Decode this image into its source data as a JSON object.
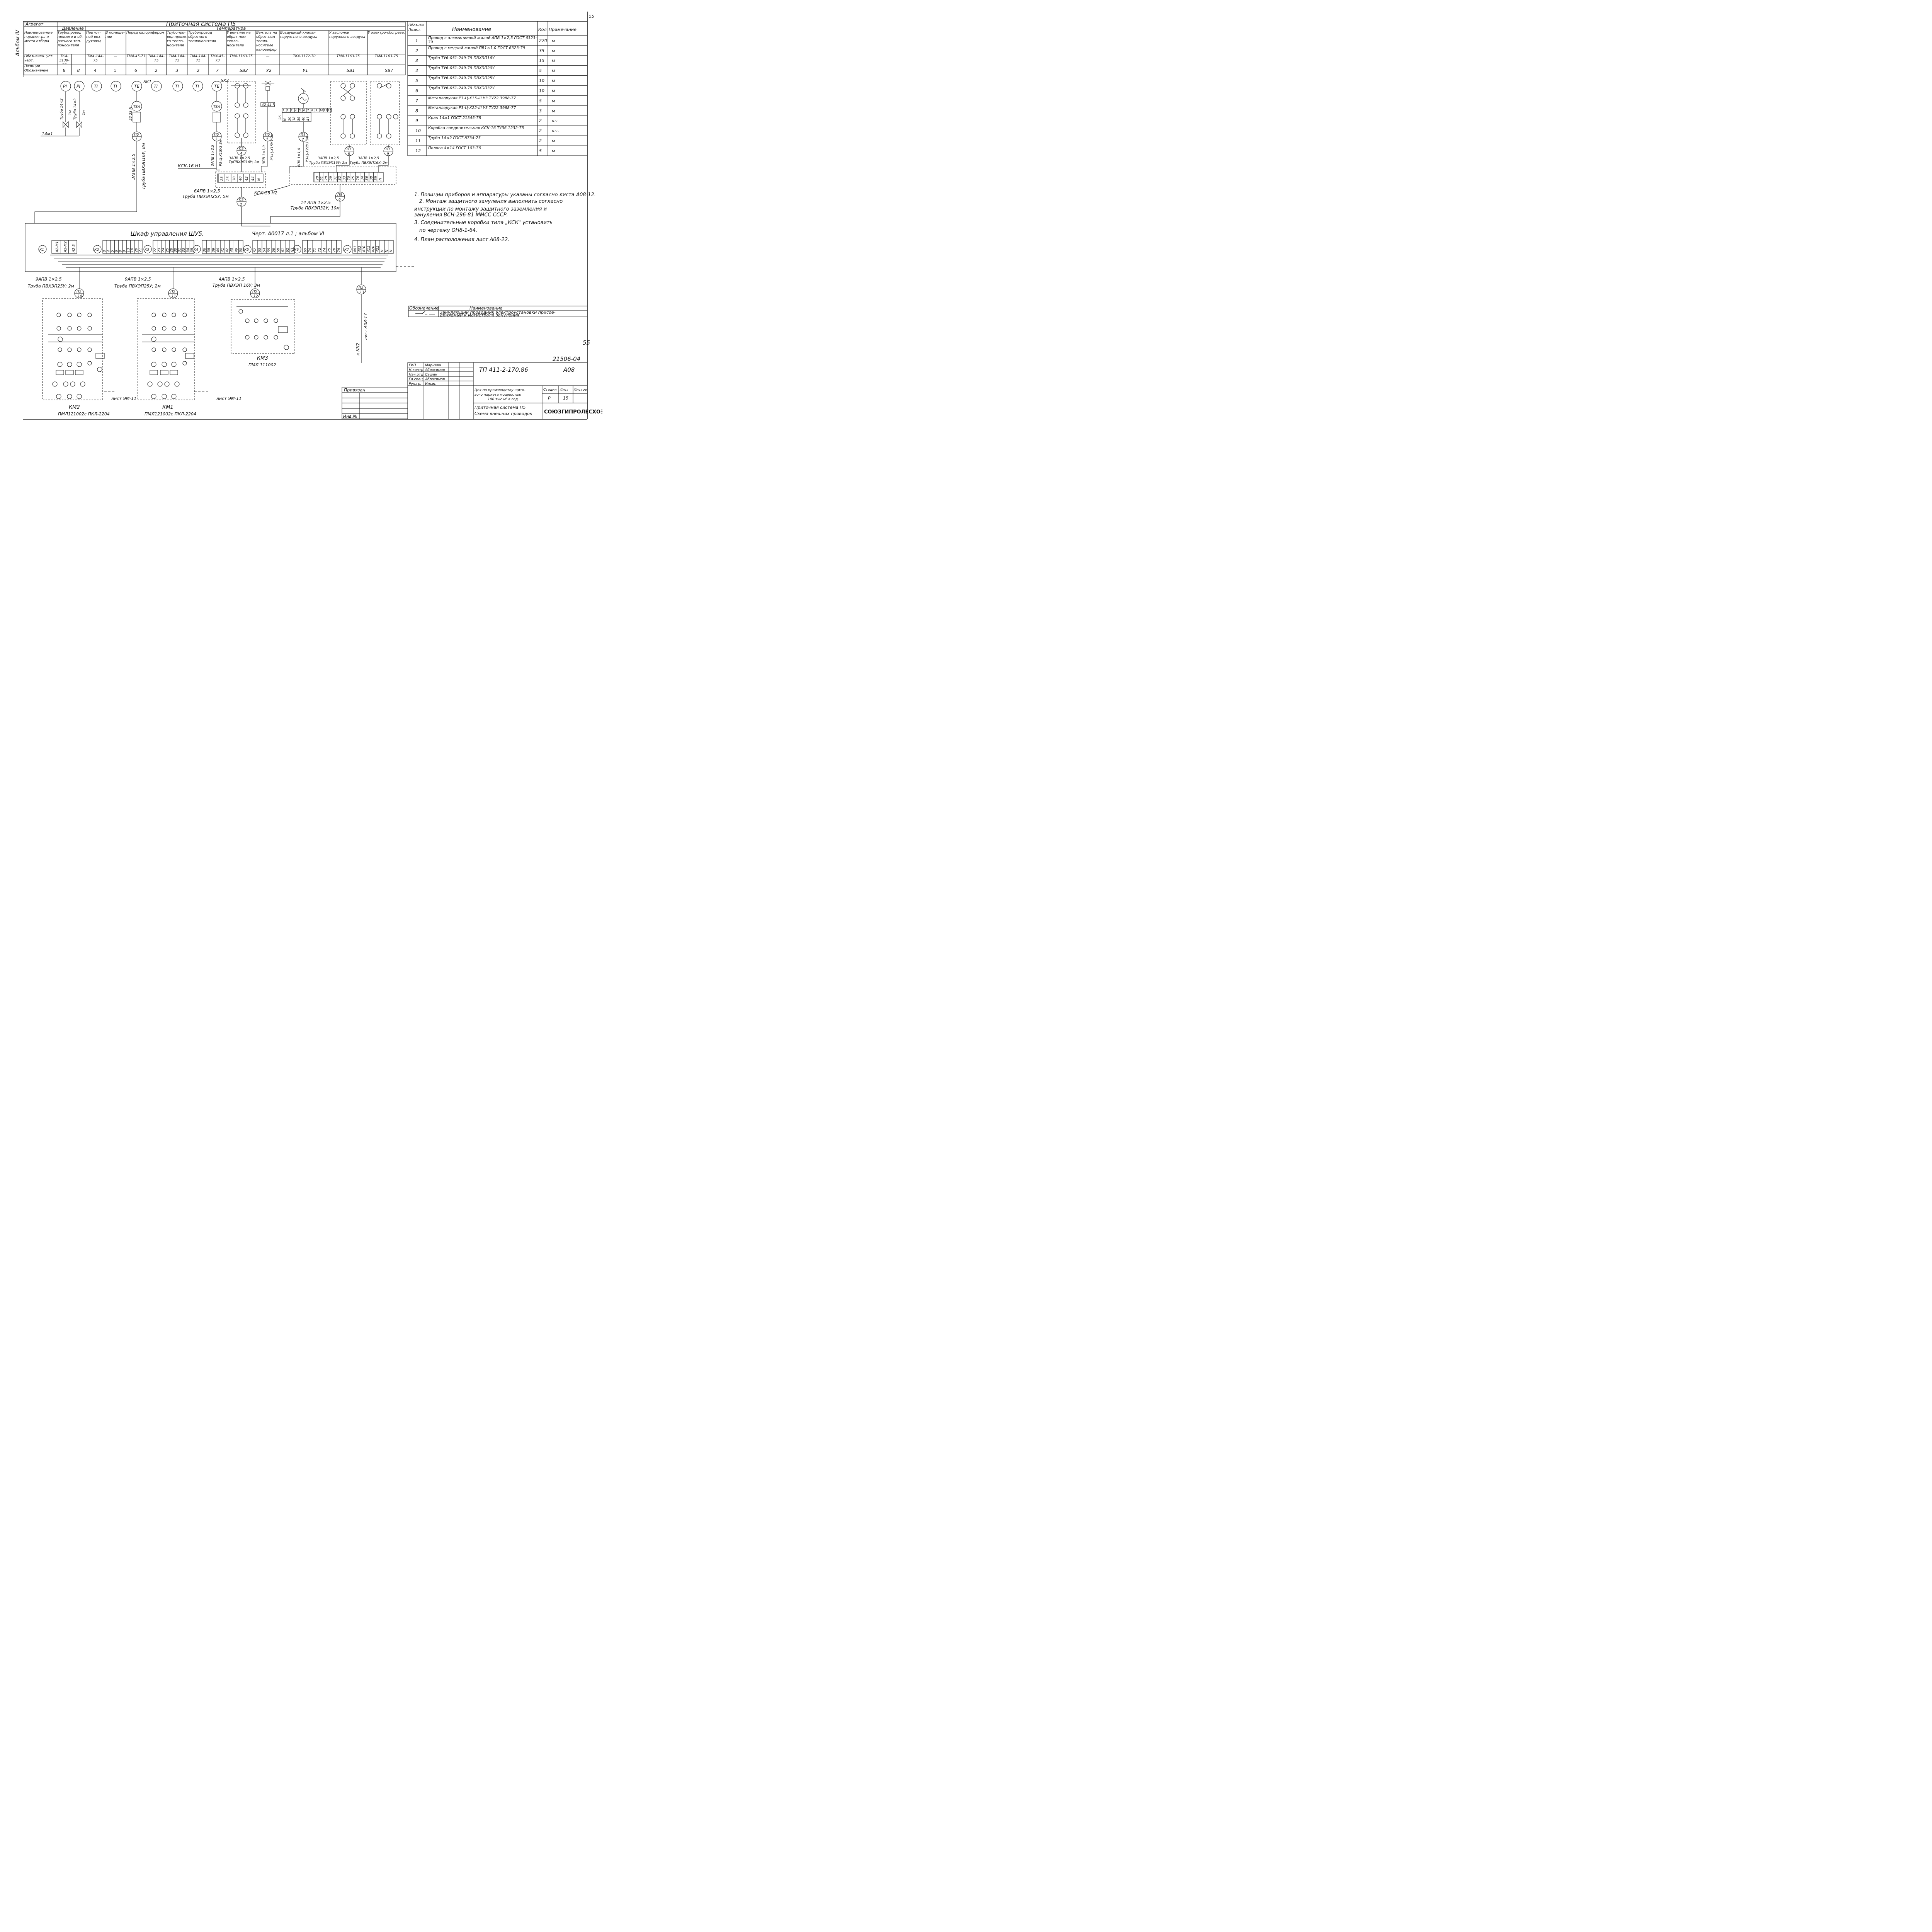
{
  "sheet": {
    "page_no": "55",
    "page_no_bottom": "55",
    "album": "Альбом IV"
  },
  "aggregate_table": {
    "hdr_aggregate": "Агрегат",
    "hdr_system": "Приточная система П5",
    "hdr_name": "Наименова-ние парамет-ра и место отбора",
    "hdr_pressure": "Давление",
    "hdr_temperature": "Температура",
    "hdr_designation": "Обозначен. уст. черт.",
    "hdr_position": "Позиция Обозначение",
    "columns": [
      {
        "name": "Трубопровод прямого и об-ратного теп-лоносителя",
        "design": "ТК4-3139-70",
        "pos": "8"
      },
      {
        "name": "",
        "design": "",
        "pos": "8"
      },
      {
        "name": "Приточ-ной воз-духовод",
        "design": "ТМ4-144-75",
        "pos": "4"
      },
      {
        "name": "В помеще-нии",
        "design": "—",
        "pos": "5"
      },
      {
        "name": "Перед калорифером",
        "design": "ТМ4-45-73",
        "pos": "6"
      },
      {
        "name": "",
        "design": "ТМ4-144-75",
        "pos": "2"
      },
      {
        "name": "Трубопро-вод прямо-го тепло-носителя",
        "design": "ТМ4-144-75",
        "pos": "3"
      },
      {
        "name": "Трубопровод обратного теплоносителя",
        "design": "ТМ4-144-75",
        "pos": "2"
      },
      {
        "name": "",
        "design": "ТМ4-45-73",
        "pos": "7"
      },
      {
        "name": "У вентиля на обрат-ном тепло-носителе",
        "design": "ТМ4-1163-75",
        "pos": "SB2"
      },
      {
        "name": "Вентиль на обрат-ном тепло-носителе калорифер",
        "design": "—",
        "pos": "У2"
      },
      {
        "name": "Воздушный клапан наруж-ного воздуха",
        "design": "ТК4-3172-70",
        "pos": "У1"
      },
      {
        "name": "У заслонки наружного воздуха",
        "design": "ТМ4-1163-75",
        "pos": "SB1"
      },
      {
        "name": "У электро-обогрева.",
        "design": "ТМ4-1163-75",
        "pos": "SB7"
      }
    ]
  },
  "spec_table": {
    "hdr_pos": "Обознач Позиц.",
    "hdr_name": "Наименование",
    "hdr_qty": "Кол.",
    "hdr_note": "Примечание",
    "rows": [
      {
        "n": "1",
        "name": "Провод с алюминиевой жилой АПВ 1×2,5 ГОСТ 6323-79",
        "qty": "270",
        "unit": "м"
      },
      {
        "n": "2",
        "name": "Провод с медной жилой ПВ1×1,0 ГОСТ 6323-79",
        "qty": "35",
        "unit": "м"
      },
      {
        "n": "3",
        "name": "Труба ТУ6-051-249-79 ПВХЭП16У",
        "qty": "15",
        "unit": "м"
      },
      {
        "n": "4",
        "name": "Труба ТУ6-051-249-79 ПВХЭП20У",
        "qty": "5",
        "unit": "м"
      },
      {
        "n": "5",
        "name": "Труба ТУ6-051-249-79 ПВХЭП25У",
        "qty": "10",
        "unit": "м"
      },
      {
        "n": "6",
        "name": "Труба ТУ6-051-249-79 ПВХЭП32У",
        "qty": "10",
        "unit": "м"
      },
      {
        "n": "7",
        "name": "Металлорукав Р3-Ц-Х15-III У3 ТУ22.3988-77",
        "qty": "5",
        "unit": "м"
      },
      {
        "n": "8",
        "name": "Металлорукав Р3-Ц-Х22-III У3 ТУ22.3988-77",
        "qty": "3",
        "unit": "м"
      },
      {
        "n": "9",
        "name": "Кран 14м1 ГОСТ 21345-78",
        "qty": "2",
        "unit": "шт"
      },
      {
        "n": "10",
        "name": "Коробка соединительная КСК-16 ТУ36.1232-75",
        "qty": "2",
        "unit": "шт."
      },
      {
        "n": "11",
        "name": "Труба 14×2 ГОСТ 8734-75",
        "qty": "2",
        "unit": "м"
      },
      {
        "n": "12",
        "name": "Полоса 4×14 ГОСТ 103-76",
        "qty": "5",
        "unit": "м"
      }
    ]
  },
  "notes": [
    "1. Позиции приборов и аппаратуры указаны согласно листа А08-12.",
    "2. Монтаж защитного зануления выполнить согласно",
    "инструкции по монтажу защитного заземления и",
    "зануления ВСН-296-81 ММСС СССР.",
    "3. Соединительные коробки типа „КСК\" установить",
    "по чертежу ОН8-1-64.",
    "4. План расположения лист А08-22."
  ],
  "legend": {
    "hdr_designation": "Обозначение",
    "hdr_name": "Наименование",
    "line1": "Зануляющий проводник электроустановки присое-",
    "line2": "диняемый к магистрали зануления"
  },
  "instruments": [
    "PI",
    "PI",
    "TI",
    "TI",
    "TE",
    "TI",
    "TI",
    "TI",
    "TE"
  ],
  "labels": {
    "sk1": "SK1",
    "sk2": "SK2",
    "tsa": "TSA",
    "pipe1": "Труба 14×2",
    "pipe1_len": "1м",
    "pipe2": "Труба 14×2",
    "pipe2_len": "1м",
    "valve": "14м1",
    "p5_1": "П5 1",
    "p5_2": "П5 2",
    "p5_3": "П5 3",
    "p5_4": "П5 4",
    "p5_5": "П5 5",
    "p5_6": "П5 6",
    "p5_7": "П5 7",
    "p5_8": "П5 8",
    "p5_9": "П5 9",
    "p5_10": "П5 10",
    "p5_11": "П5 11",
    "p5_12": "П5 12",
    "p5_13": "П5 13",
    "w1a": "3АПВ 1×2,5",
    "w1b": "Труба ПВХЭП16У; 8м",
    "w3a": "3АПВ 1×2,5",
    "w3b": "Р3-Ц-Х15У3 3м",
    "w5a": "3ПВ 1×1,0",
    "w5b": "Р3-Ц-Х15У3 2м",
    "w7a": "6ПВ 1×1,0",
    "w7b": "Р3-Ц-Х22У3 3м",
    "w4a": "3АПВ 1×2,5",
    "w4b": "ТрПВХЭП16У; 2м",
    "w8a": "3АПВ 1×2,5",
    "w8b": "Труба ПВХЭП16У; 2м",
    "w9a": "3АПВ 1×2,5",
    "w9b": "Труба ПВХЭП16У; 2м",
    "w2a": "6АПВ 1×2,5",
    "w2b": "Труба ПВХЭП25У; 5м",
    "w6a": "14 АПВ 1×2,5",
    "w6b": "Труба ПВХЭП32У; 10м",
    "w10a": "9АПВ 1×2,5",
    "w10b": "Труба ПВХЭП25У; 2м",
    "w11a": "9АПВ 1×2,5",
    "w11b": "Труба ПВХЭП25У; 2м",
    "w12a": "4АПВ 1×2,5",
    "w12b": "Труба ПВХЭП 16У; 3м",
    "ksk1": "КСК-16 Н1",
    "ksk2": "КСК-16 Н2",
    "cabinet": "Шкаф управления ШУ5.",
    "cabinet_ref": "Черт. А0017 л.1 ; альбом VI",
    "k1": "К1",
    "k2": "К2",
    "k3": "К3",
    "k4": "К4",
    "k5": "К5",
    "k6": "К6",
    "k7": "К7",
    "km2": "КМ2",
    "km2_type": "ПМЛ121002с ПКЛ-2204",
    "km1": "КМ1",
    "km1_type": "ПМЛ121002с ПКЛ-2204",
    "km3": "КМ3",
    "km3_type": "ПМЛ 111002",
    "list_em_1": "лист ЭМ-11",
    "list_em_2": "лист ЭМ-11",
    "kk2": "к КК2",
    "kk2_ref": "лист А08-17"
  },
  "terminals": {
    "k1": [
      "А2-М1",
      "А2-М2",
      "А2-3"
    ],
    "k2": [
      "3",
      "4",
      "5",
      "6",
      "8",
      "9",
      "13",
      "16",
      "20",
      "21"
    ],
    "k3": [
      "22",
      "23",
      "24",
      "25",
      "28",
      "30",
      "31",
      "33",
      "34",
      "35"
    ],
    "k4": [
      "36",
      "38",
      "39",
      "40",
      "41",
      "42",
      "45",
      "49",
      "50"
    ],
    "k5": [
      "52",
      "53",
      "54",
      "55",
      "56",
      "58",
      "61",
      "62",
      "63"
    ],
    "k6": [
      "69",
      "70",
      "71",
      "72",
      "74",
      "75",
      "76",
      "78"
    ],
    "k7": [
      "401",
      "402",
      "410",
      "411",
      "420",
      "421",
      "N",
      "N",
      "N"
    ],
    "ksk1": [
      "23",
      "25",
      "30",
      "40",
      "42",
      "44",
      "N"
    ],
    "ksk2": [
      "20",
      "21",
      "28",
      "29",
      "31",
      "32",
      "33",
      "70",
      "75",
      "76",
      "34",
      "36",
      "38",
      "39",
      "N"
    ],
    "p7_block": [
      "1",
      "2",
      "3",
      "4",
      "5",
      "6",
      "7",
      "8",
      "9",
      "10",
      "11",
      "12"
    ],
    "p7_wires": [
      "N",
      "30",
      "38",
      "39",
      "40",
      "41"
    ]
  },
  "title_block": {
    "code": "21506-04",
    "project": "ТП 411-2-170.86",
    "mark": "А08",
    "roles": [
      {
        "role": "ГИП",
        "name": "Мариева"
      },
      {
        "role": "Н.контр",
        "name": "Абросимов"
      },
      {
        "role": "Нач.отд",
        "name": "Сашин"
      },
      {
        "role": "Гл.спец",
        "name": "Абросимов"
      },
      {
        "role": "Рук.гр.",
        "name": "Ильин"
      }
    ],
    "bound": "Привязан",
    "inv": "Инв.№",
    "descr1": "Цех по производству щито-",
    "descr2": "вого паркета мощностью",
    "descr3": "100 тыс м² в год",
    "sheet_title1": "Приточная система П5",
    "sheet_title2": "Схема внешних проводок",
    "stage_hdr": "Стадия",
    "sheet_hdr": "Лист",
    "sheets_hdr": "Листов",
    "stage": "Р",
    "sheet_num": "15",
    "org": "СОЮЗГИПРОЛЕСХОЗ"
  }
}
